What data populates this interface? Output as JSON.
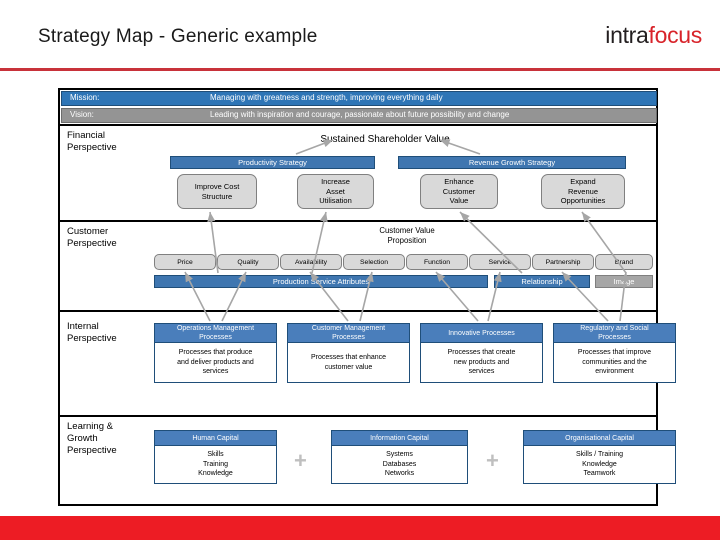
{
  "header": {
    "title": "Strategy Map - Generic example",
    "logo_primary": "intra",
    "logo_accent": "focus",
    "accent_color": "#d8232a",
    "rule_color": "#c8323a",
    "footer_color": "#ed1c24"
  },
  "statements": {
    "mission_label": "Mission:",
    "mission_text": "Managing with greatness and strength, improving everything daily",
    "vision_label": "Vision:",
    "vision_text": "Leading with inspiration and courage, passionate about future possibility and change"
  },
  "perspectives": {
    "financial": "Financial\nPerspective",
    "customer": "Customer\nPerspective",
    "internal": "Internal\nPerspective",
    "learning": "Learning &\nGrowth\nPerspective"
  },
  "financial": {
    "headline": "Sustained Shareholder Value",
    "strategies": [
      {
        "label": "Productivity Strategy"
      },
      {
        "label": "Revenue Growth Strategy"
      }
    ],
    "objectives": [
      {
        "label": "Improve Cost\nStructure"
      },
      {
        "label": "Increase\nAsset\nUtilisation"
      },
      {
        "label": "Enhance\nCustomer\nValue"
      },
      {
        "label": "Expand\nRevenue\nOpportunities"
      }
    ]
  },
  "customer": {
    "headline": "Customer Value\nProposition",
    "attributes": [
      {
        "label": "Price"
      },
      {
        "label": "Quality"
      },
      {
        "label": "Availability"
      },
      {
        "label": "Selection"
      },
      {
        "label": "Function"
      },
      {
        "label": "Service"
      },
      {
        "label": "Partnership"
      },
      {
        "label": "Brand"
      }
    ],
    "groups": [
      {
        "label": "Production Service Attributes",
        "style": "blue"
      },
      {
        "label": "Relationship",
        "style": "blue"
      },
      {
        "label": "Image",
        "style": "grey"
      }
    ]
  },
  "internal": {
    "processes": [
      {
        "title": "Operations Management\nProcesses",
        "body": "Processes that produce\nand deliver products and\nservices"
      },
      {
        "title": "Customer Management\nProcesses",
        "body": "Processes that enhance\ncustomer value"
      },
      {
        "title": "Innovative Processes",
        "body": "Processes that create\nnew products and\nservices"
      },
      {
        "title": "Regulatory and Social\nProcesses",
        "body": "Processes that improve\ncommunities and the\nenvironment"
      }
    ]
  },
  "learning": {
    "capitals": [
      {
        "title": "Human Capital",
        "body": "Skills\nTraining\nKnowledge"
      },
      {
        "title": "Information Capital",
        "body": "Systems\nDatabases\nNetworks"
      },
      {
        "title": "Organisational Capital",
        "body": "Skills / Training\nKnowledge\nTeamwork"
      }
    ],
    "connector": "+"
  }
}
